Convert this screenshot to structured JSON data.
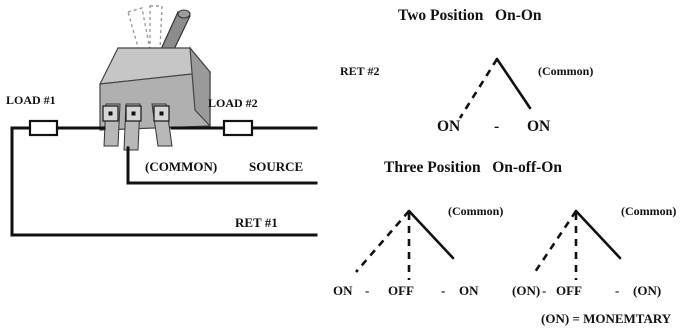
{
  "labels": {
    "load1": "LOAD #1",
    "load2": "LOAD #2",
    "common_source_common": "(COMMON)",
    "common_source_source": "SOURCE",
    "ret1": "RET #1",
    "ret2": "RET #2"
  },
  "two_position": {
    "title": "Two Position   On-On",
    "common": "(Common)",
    "left": "ON",
    "sep": "-",
    "right": "ON"
  },
  "three_position": {
    "title": "Three Position   On-off-On",
    "diagram1": {
      "common": "(Common)",
      "left": "ON",
      "sep1": "-",
      "middle": "OFF",
      "sep2": "-",
      "right": "ON"
    },
    "diagram2": {
      "common": "(Common)",
      "left": "(ON)",
      "sep1": "-",
      "middle": "OFF",
      "sep2": "-",
      "right": "(ON)"
    },
    "footnote": "(ON) = MONEMTARY"
  }
}
